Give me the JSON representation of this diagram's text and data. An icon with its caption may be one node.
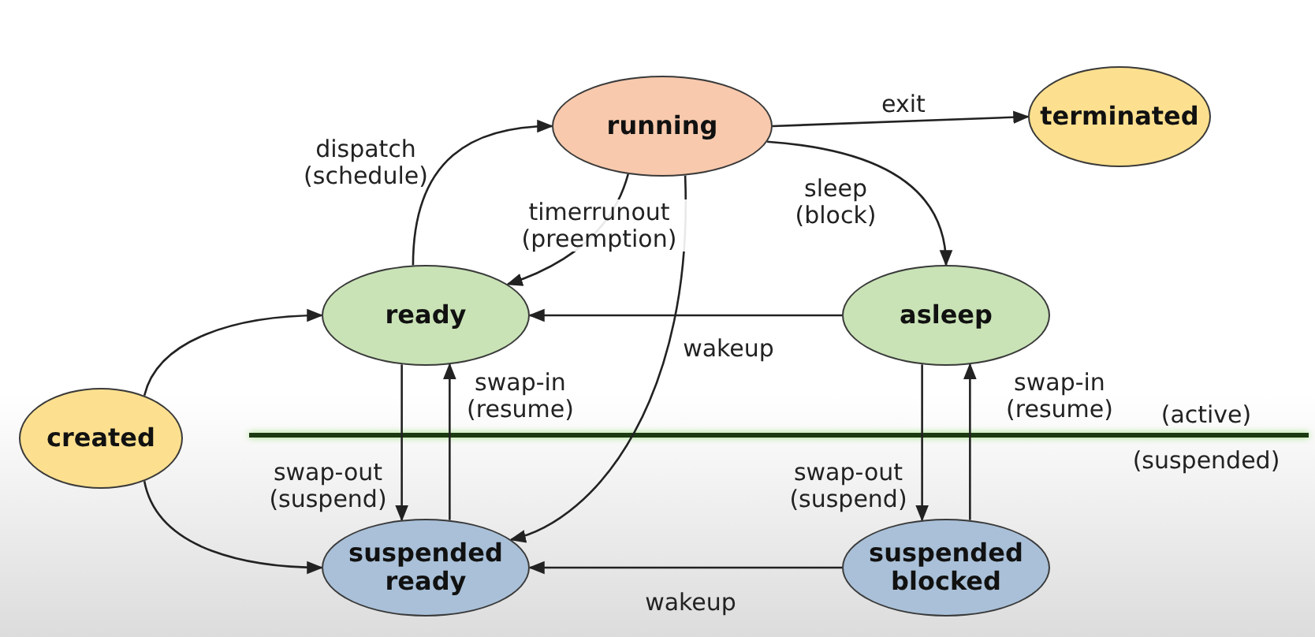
{
  "diagram": {
    "nodes": [
      {
        "text": [
          "running"
        ]
      },
      {
        "text": [
          "terminated"
        ]
      },
      {
        "text": [
          "ready"
        ]
      },
      {
        "text": [
          "asleep"
        ]
      },
      {
        "text": [
          "created"
        ]
      },
      {
        "text": [
          "suspended ready"
        ]
      },
      {
        "text": [
          "suspended blocked"
        ]
      }
    ],
    "edges": [
      {
        "from": 0,
        "to": 1,
        "arrow": "to",
        "label": "exit"
      },
      {
        "from": 2,
        "to": 0,
        "arrow": "to",
        "label": "dispatch (schedule)"
      },
      {
        "from": 0,
        "to": 2,
        "arrow": "to",
        "label": "timerrunout (preemption)"
      },
      {
        "from": 0,
        "to": 3,
        "arrow": "to",
        "label": "sleep (block)"
      },
      {
        "from": 3,
        "to": 2,
        "arrow": "to",
        "label": "wakeup"
      },
      {
        "from": 4,
        "to": 2,
        "arrow": "to"
      },
      {
        "from": 4,
        "to": 5,
        "arrow": "to"
      },
      {
        "from": 0,
        "to": 5,
        "arrow": "to"
      },
      {
        "from": 2,
        "to": 5,
        "arrow": "to",
        "label": "swap-out (suspend)"
      },
      {
        "from": 5,
        "to": 2,
        "arrow": "to",
        "label": "swap-in (resume)"
      },
      {
        "from": 3,
        "to": 6,
        "arrow": "to",
        "label": "swap-out (suspend)"
      },
      {
        "from": 6,
        "to": 3,
        "arrow": "to",
        "label": "swap-in (resume)"
      },
      {
        "from": 6,
        "to": 5,
        "arrow": "to",
        "label": "wakeup"
      }
    ],
    "labels": [
      "(active)",
      "(suspended)"
    ]
  }
}
